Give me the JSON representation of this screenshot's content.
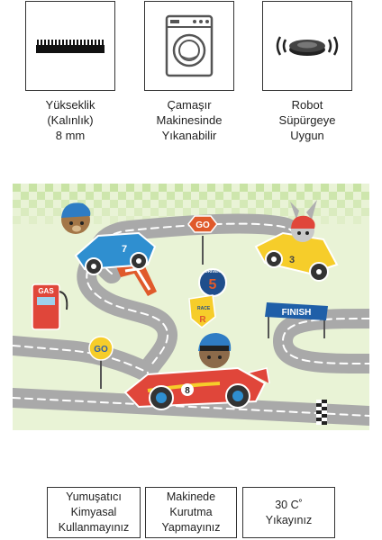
{
  "features": [
    {
      "icon": "mat-thickness-icon",
      "lines": [
        "Yükseklik",
        "(Kalınlık)",
        "8 mm"
      ]
    },
    {
      "icon": "washing-machine-icon",
      "lines": [
        "Çamaşır",
        "Makinesinde",
        "Yıkanabilir"
      ]
    },
    {
      "icon": "robot-vacuum-icon",
      "lines": [
        "Robot",
        "Süpürgeye",
        "Uygun"
      ]
    }
  ],
  "rug": {
    "signs": {
      "go_top": "GO",
      "go_bottom": "GO",
      "finish": "FINISH",
      "gas": "GAS",
      "driver": "DRIVER",
      "race": "RACE"
    },
    "car_numbers": {
      "blue": "7",
      "yellow": "3",
      "red": "8",
      "badge": "5",
      "race_badge": "R"
    },
    "colors": {
      "background": "#e9f3d6",
      "road": "#a9a9a9",
      "lane": "#ffffff",
      "check": "#c8e3a4"
    }
  },
  "care": [
    {
      "lines": [
        "Yumuşatıcı",
        "Kimyasal",
        "Kullanmayınız"
      ]
    },
    {
      "lines": [
        "Makinede",
        "Kurutma",
        "Yapmayınız"
      ]
    },
    {
      "lines": [
        "30 C˚",
        "Yıkayınız"
      ]
    }
  ]
}
